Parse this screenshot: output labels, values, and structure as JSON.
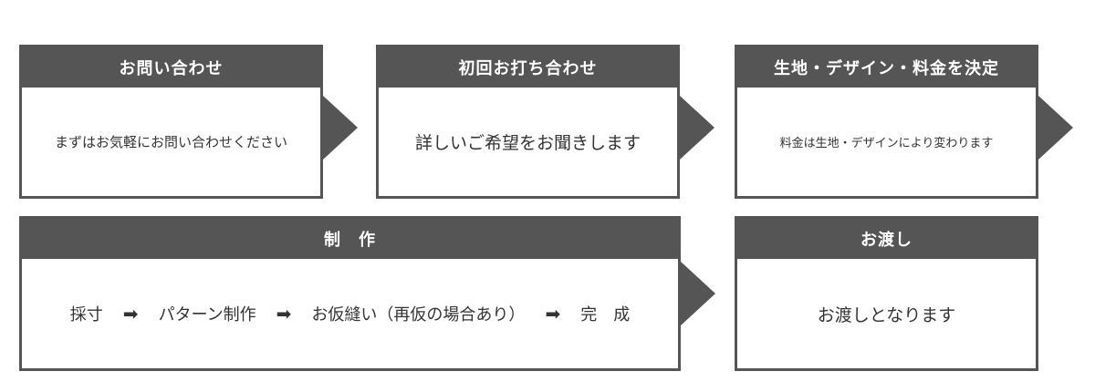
{
  "steps": [
    {
      "title": "お問い合わせ",
      "text": "まずはお気軽にお問い合わせください"
    },
    {
      "title": "初回お打ち合わせ",
      "text": "詳しいご希望をお聞きします"
    },
    {
      "title": "生地・デザイン・料金を決定",
      "text": "料金は生地・デザインにより変わります"
    }
  ],
  "production": {
    "title": "制　作",
    "process": [
      "採寸",
      "パターン制作",
      "お仮縫い（再仮の場合あり）",
      "完　成"
    ],
    "arrow_icon": "right-arrow-icon",
    "arrow_glyph": "➡"
  },
  "delivery": {
    "title": "お渡し",
    "text": "お渡しとなります"
  },
  "colors": {
    "header_bg": "#555555",
    "border": "#555555",
    "arrow": "#555555",
    "header_text": "#ffffff",
    "body_text": "#333333"
  }
}
